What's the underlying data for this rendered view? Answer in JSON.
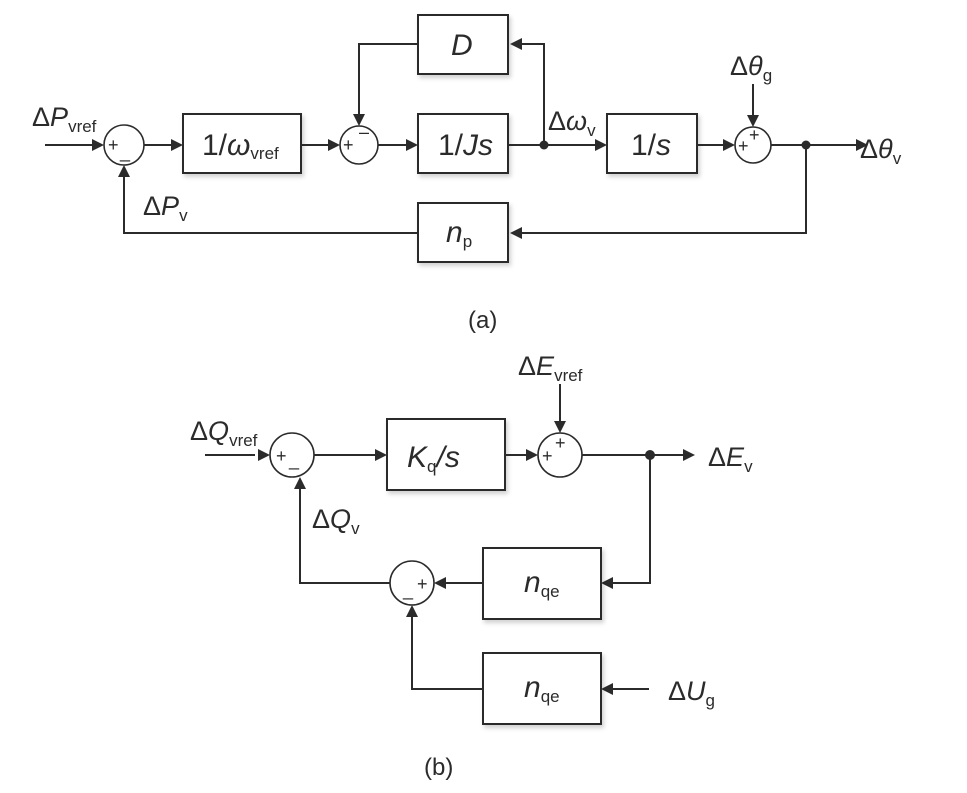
{
  "diagram_a": {
    "caption": "(a)",
    "blocks": {
      "inv_omega": {
        "main": "1/",
        "var": "ω",
        "sub": "vref"
      },
      "inv_js": {
        "main": "1/",
        "var": "Js"
      },
      "damping": {
        "var": "D"
      },
      "integrator": {
        "main": "1/",
        "var": "s"
      },
      "np": {
        "var": "n",
        "sub": "p"
      }
    },
    "signals": {
      "p_vref": {
        "delta": "Δ",
        "var": "P",
        "sub": "vref"
      },
      "p_v": {
        "delta": "Δ",
        "var": "P",
        "sub": "v"
      },
      "omega_v": {
        "delta": "Δ",
        "var": "ω",
        "sub": "v"
      },
      "theta_g": {
        "delta": "Δ",
        "var": "θ",
        "sub": "g"
      },
      "theta_v": {
        "delta": "Δ",
        "var": "θ",
        "sub": "v"
      }
    },
    "sum1_signs": {
      "left": "+",
      "bottom": "_"
    },
    "sum2_signs": {
      "left": "+",
      "top": "–"
    },
    "sum3_signs": {
      "left": "+",
      "top": "+"
    }
  },
  "diagram_b": {
    "caption": "(b)",
    "blocks": {
      "kq": {
        "var": "K",
        "sub": "q",
        "tail": "/s"
      },
      "nqe1": {
        "var": "n",
        "sub": "qe"
      },
      "nqe2": {
        "var": "n",
        "sub": "qe"
      }
    },
    "signals": {
      "q_vref": {
        "delta": "Δ",
        "var": "Q",
        "sub": "vref"
      },
      "q_v": {
        "delta": "Δ",
        "var": "Q",
        "sub": "v"
      },
      "e_vref": {
        "delta": "Δ",
        "var": "E",
        "sub": "vref"
      },
      "e_v": {
        "delta": "Δ",
        "var": "E",
        "sub": "v"
      },
      "u_g": {
        "delta": "Δ",
        "var": "U",
        "sub": "g"
      }
    },
    "sum1_signs": {
      "left": "+",
      "bottom": "_"
    },
    "sum2_signs": {
      "left": "+",
      "top": "+"
    },
    "sum3_signs": {
      "right": "+",
      "bottom": "_"
    }
  }
}
